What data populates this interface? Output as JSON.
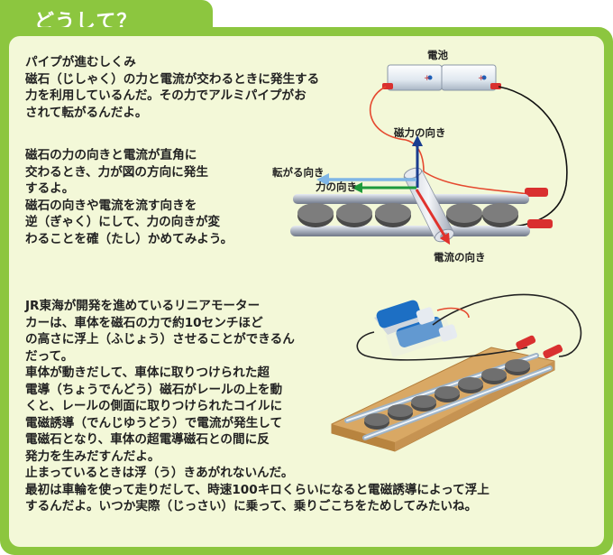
{
  "header": {
    "title": "どうして？"
  },
  "section1": {
    "lines": [
      "パイプが進むしくみ",
      "磁石（じしゃく）の力と電流が交わるときに発生する",
      "力を利用しているんだ。その力でアルミパイプがお",
      "されて転がるんだよ。"
    ]
  },
  "section2": {
    "lines": [
      "磁石の力の向きと電流が直角に",
      "交わるとき、力が図の方向に発生",
      "するよ。",
      "磁石の向きや電流を流す向きを",
      "逆（ぎゃく）にして、力の向きが変",
      "わることを確（たし）かめてみよう。"
    ]
  },
  "section3": {
    "lines": [
      "JR東海が開発を進めているリニアモーター",
      "カーは、車体を磁石の力で約10センチほど",
      "の高さに浮上（ふじょう）させることができるん",
      "だって。",
      "車体が動きだして、車体に取りつけられた超",
      "電導（ちょうでんどう）磁石がレールの上を動",
      "くと、レールの側面に取りつけられたコイルに",
      "電磁誘導（でんじゆうどう）で電流が発生して",
      "電磁石となり、車体の超電導磁石との間に反",
      "発力を生みだすんだよ。",
      "止まっているときは浮（う）きあがれないんだ。",
      "最初は車輪を使って走りだして、時速100キロくらいになると電磁誘導によって浮上",
      "するんだよ。いつか実際（じっさい）に乗って、乗りごこちをためしてみたいね。"
    ]
  },
  "diagram": {
    "battery_label": "電池",
    "magnetic_direction_label": "磁力の向き",
    "rolling_direction_label": "転がる向き",
    "force_direction_label": "力の向き",
    "current_direction_label": "電流の向き",
    "colors": {
      "panel_green": "#8cc63f",
      "inner_bg": "#f3f8d8",
      "magnetic_arrow": "#1a3d8f",
      "force_arrow": "#1e9a3c",
      "rolling_arrow": "#7fb6e6",
      "current_arrow": "#e0322d"
    }
  }
}
